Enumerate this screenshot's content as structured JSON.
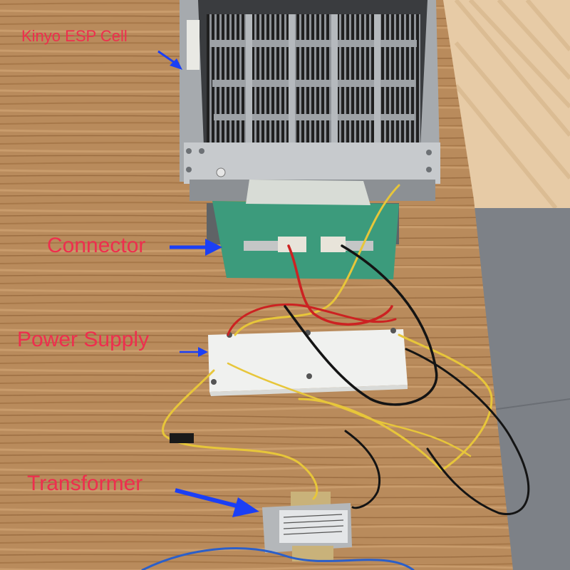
{
  "labels": {
    "esp_cell": "Kinyo ESP Cell",
    "connector": "Connector",
    "power_supply": "Power Supply",
    "transformer": "Transformer"
  },
  "colors": {
    "label_text": "#ee2e4e",
    "arrow": "#1b3ff5",
    "table_wood": "#b98b5c",
    "pcb_green": "#3c9b7c",
    "power_supply_white": "#f0f1ef",
    "floor_tile": "#7d8187",
    "wire_yellow": "#e7c63a",
    "wire_red": "#cc2222",
    "wire_black": "#141414",
    "wire_blue": "#2b5fc9"
  }
}
